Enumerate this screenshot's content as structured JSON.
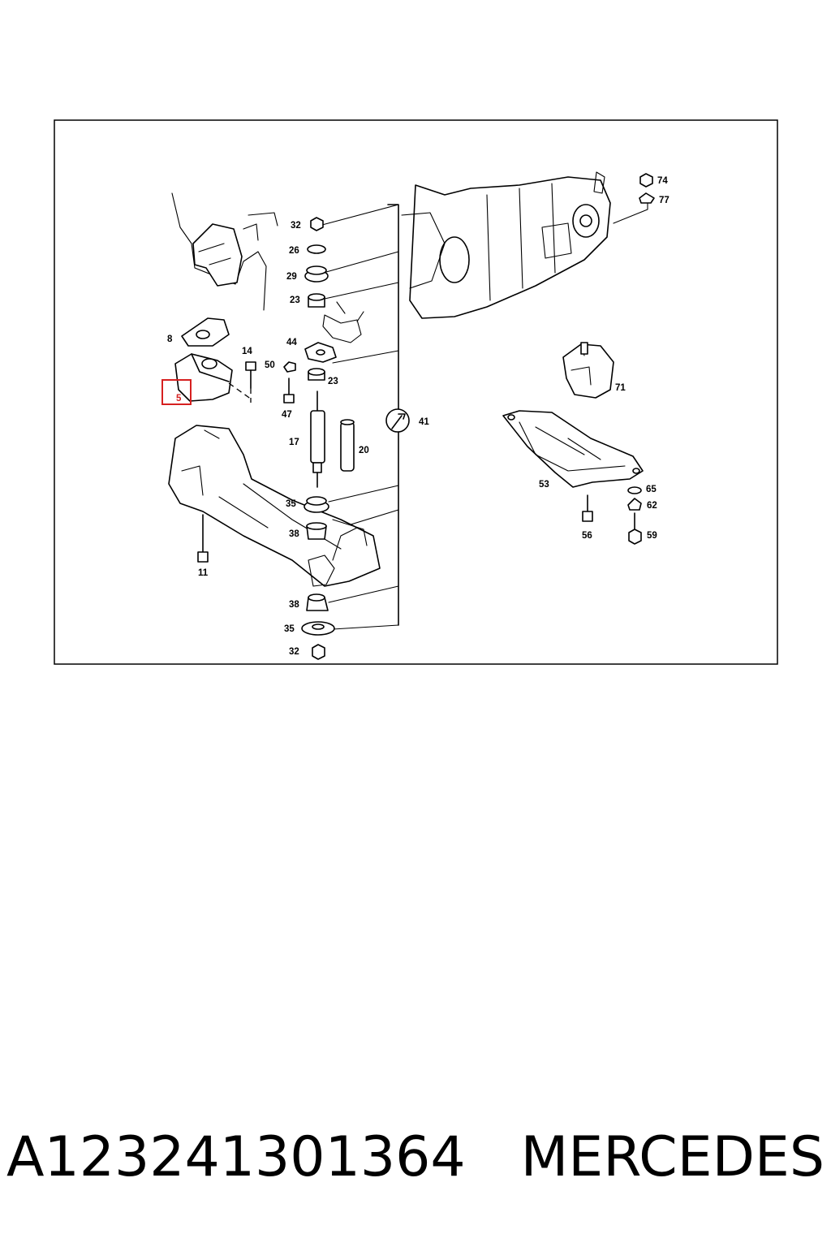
{
  "diagram": {
    "highlighted_part": "5",
    "callouts": {
      "c74": "74",
      "c77": "77",
      "c32a": "32",
      "c26": "26",
      "c29": "29",
      "c23a": "23",
      "c8": "8",
      "c44": "44",
      "c14": "14",
      "c50": "50",
      "c23b": "23",
      "c5": "5",
      "c71": "71",
      "c47": "47",
      "c41": "41",
      "c17": "17",
      "c20": "20",
      "c53": "53",
      "c65": "65",
      "c35a": "35",
      "c62": "62",
      "c38a": "38",
      "c56": "56",
      "c59": "59",
      "c11": "11",
      "c38b": "38",
      "c35b": "35",
      "c32b": "32"
    }
  },
  "caption": {
    "part_number": "A123241301364",
    "brand": "MERCEDES"
  }
}
